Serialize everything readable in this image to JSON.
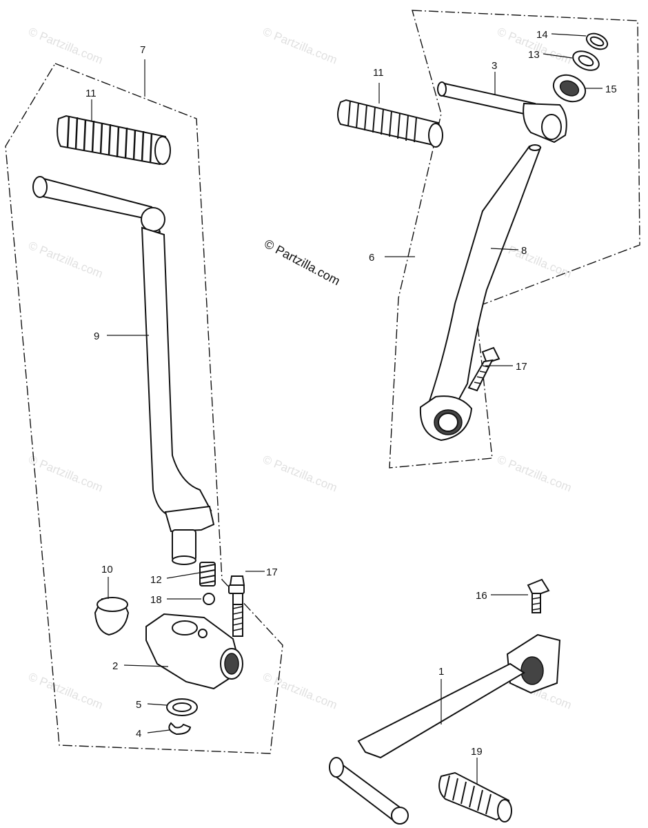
{
  "watermark": {
    "text": "© Partzilla.com"
  },
  "copyright": {
    "text": "© Partzilla.com"
  },
  "callouts": {
    "c1": "1",
    "c2": "2",
    "c3": "3",
    "c4": "4",
    "c5": "5",
    "c6": "6",
    "c7": "7",
    "c8": "8",
    "c9": "9",
    "c10": "10",
    "c11a": "11",
    "c11b": "11",
    "c12": "12",
    "c13": "13",
    "c14": "14",
    "c15": "15",
    "c16": "16",
    "c17a": "17",
    "c17b": "17",
    "c18": "18",
    "c19": "19"
  }
}
